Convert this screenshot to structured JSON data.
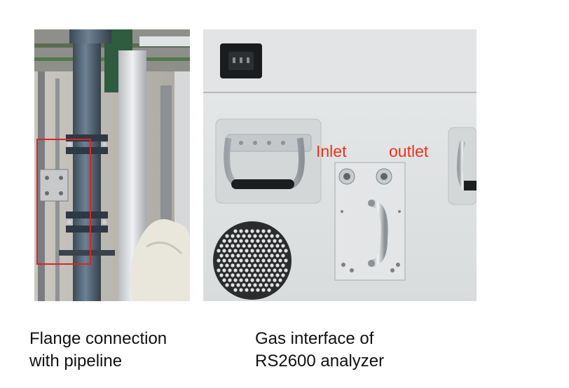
{
  "photos": {
    "left": {
      "caption_line1": "Flange connection",
      "caption_line2": "with pipeline"
    },
    "right": {
      "caption_line1": "Gas interface of",
      "caption_line2": "RS2600 analyzer",
      "inlet_label": "Inlet",
      "outlet_label": "outlet"
    }
  },
  "colors": {
    "label_red": "#e8341c",
    "highlight_box": "#d8262a"
  }
}
